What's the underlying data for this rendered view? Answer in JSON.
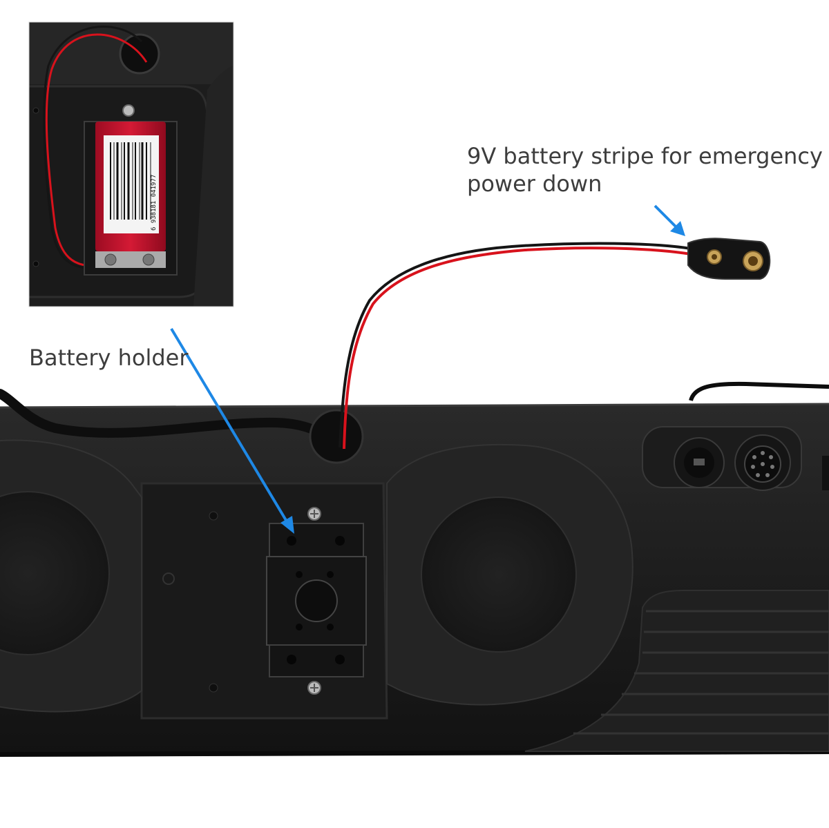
{
  "callouts": {
    "battery_holder": "Battery holder",
    "clip_line1": "9V battery stripe for emergency",
    "clip_line2": "power down"
  },
  "battery_label": {
    "barcode_digits": "6 938181 041977"
  },
  "colors": {
    "arrow": "#1e88e5",
    "panel": "#1f1f1f",
    "wire_red": "#d8121c",
    "wire_black": "#151515",
    "battery_red": "#c8102e",
    "terminal_gold": "#c9a45a",
    "text": "#3d3d3d"
  }
}
